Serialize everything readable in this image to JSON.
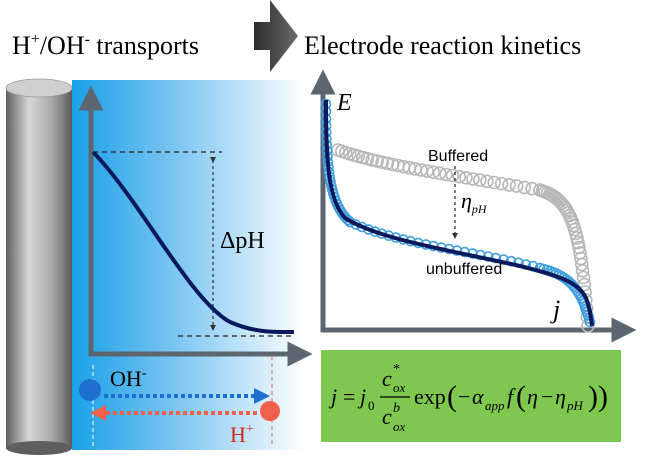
{
  "left_panel": {
    "title_main": "H",
    "title_sup1": "+",
    "title_mid": "/OH",
    "title_sup2": "-",
    "title_tail": " transports",
    "delta_label": "ΔpH",
    "oh_label": "OH",
    "oh_sup": "-",
    "h_label": "H",
    "h_sup": "+"
  },
  "right_panel": {
    "title": "Electrode reaction kinetics",
    "y_axis_label": "E",
    "x_axis_label": "j",
    "buffered_label": "Buffered",
    "unbuffered_label": "unbuffered",
    "eta_label": "η",
    "eta_sub": "pH"
  },
  "equation": {
    "lhs": "j",
    "eq": "=",
    "j0": "j",
    "j0_sub": "0",
    "num": "c",
    "num_sup": "*",
    "num_sub": "ox",
    "den": "c",
    "den_sup": "b",
    "den_sub": "ox",
    "exp": "exp",
    "minus": "−",
    "alpha": "α",
    "alpha_sub": "app",
    "f": "f",
    "eta": "η",
    "eta2": "η",
    "eta2_sub": "pH"
  },
  "colors": {
    "dark_navy": "#0b1a5c",
    "light_blue": "#3f9fe0",
    "buffered_grey": "#b0b0b0",
    "oh_blue": "#1f6fd1",
    "h_red": "#f0604a",
    "equation_green": "#7ec850",
    "axis_grey": "#5c6670"
  }
}
